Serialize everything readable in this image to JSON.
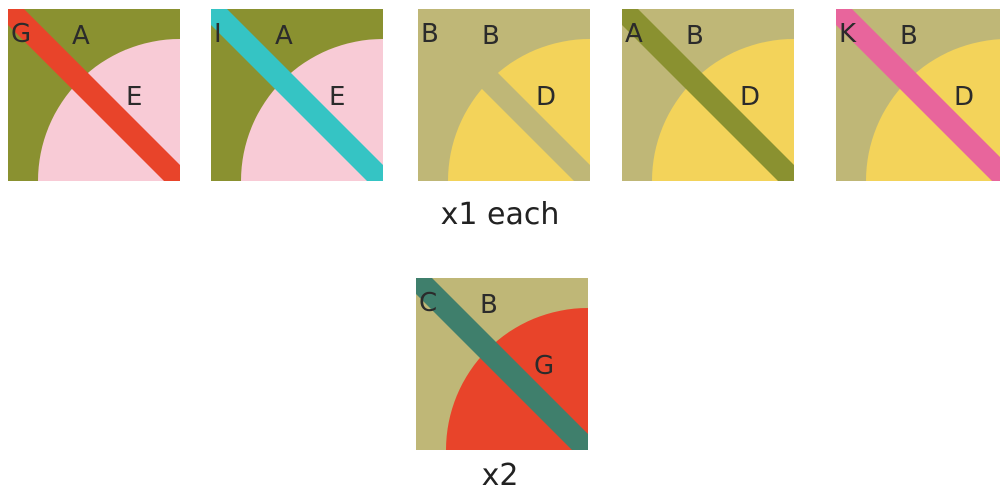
{
  "colors": {
    "A": "#8a9130",
    "B": "#bfb777",
    "C": "#3f7f6c",
    "D": "#f3d35a",
    "E": "#f8cbd6",
    "G": "#e8442a",
    "I": "#35c4c4",
    "K": "#e8659c"
  },
  "blocks_each": [
    {
      "background": "A",
      "arc": "E",
      "strip": "G",
      "labels": {
        "corner": "G",
        "top": "A",
        "arc": "E"
      }
    },
    {
      "background": "A",
      "arc": "E",
      "strip": "I",
      "labels": {
        "corner": "I",
        "top": "A",
        "arc": "E"
      }
    },
    {
      "background": "B",
      "arc": "D",
      "strip": "B",
      "labels": {
        "corner": "B",
        "top": "B",
        "arc": "D"
      }
    },
    {
      "background": "B",
      "arc": "D",
      "strip": "A",
      "labels": {
        "corner": "A",
        "top": "B",
        "arc": "D"
      }
    },
    {
      "background": "B",
      "arc": "D",
      "strip": "K",
      "labels": {
        "corner": "K",
        "top": "B",
        "arc": "D"
      }
    }
  ],
  "block_x2": {
    "background": "B",
    "arc": "G",
    "strip": "C",
    "labels": {
      "corner": "C",
      "top": "B",
      "arc": "G"
    }
  },
  "captions": {
    "each": "x1 each",
    "double": "x2"
  }
}
